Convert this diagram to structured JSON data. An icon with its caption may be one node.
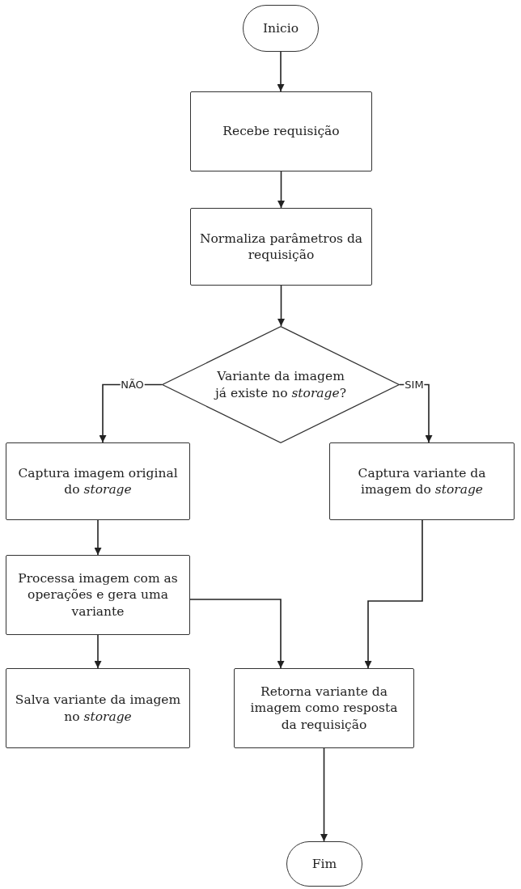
{
  "diagram": {
    "nodes": [
      {
        "text": [
          "Inicio"
        ]
      },
      {
        "text": [
          "Recebe requisição"
        ]
      },
      {
        "text": [
          "Normaliza parâmetros da requisição"
        ]
      },
      {
        "text": [
          "Variante da imagem já existe no *storage*?"
        ]
      },
      {
        "text": [
          "Captura imagem original do *storage*"
        ]
      },
      {
        "text": [
          "Captura variante da imagem do *storage*"
        ]
      },
      {
        "text": [
          "Processa imagem com as operações e gera uma variante"
        ]
      },
      {
        "text": [
          "Salva variante da imagem no *storage*"
        ]
      },
      {
        "text": [
          "Retorna variante da imagem como resposta da requisição"
        ]
      },
      {
        "text": [
          "Fim"
        ]
      }
    ],
    "edges": [
      {
        "from": 0,
        "to": 1,
        "arrow": "to"
      },
      {
        "from": 1,
        "to": 2,
        "arrow": "to"
      },
      {
        "from": 2,
        "to": 3,
        "arrow": "to"
      },
      {
        "from": 3,
        "to": 4,
        "arrow": "to",
        "label": "NÃO"
      },
      {
        "from": 3,
        "to": 5,
        "arrow": "to",
        "label": "SIM"
      },
      {
        "from": 4,
        "to": 6,
        "arrow": "to"
      },
      {
        "from": 6,
        "to": 7,
        "arrow": "to"
      },
      {
        "from": 6,
        "to": 8,
        "arrow": "to"
      },
      {
        "from": 5,
        "to": 8,
        "arrow": "to"
      },
      {
        "from": 8,
        "to": 9,
        "arrow": "to"
      }
    ]
  }
}
